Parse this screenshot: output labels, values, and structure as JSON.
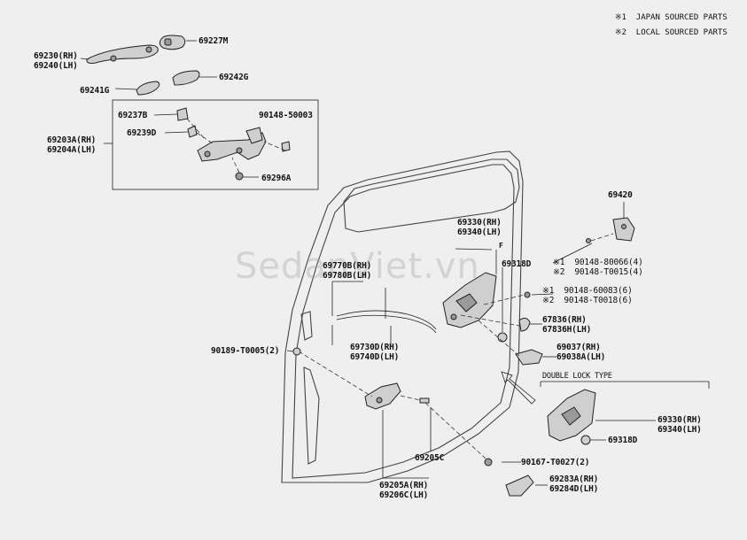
{
  "legend": {
    "line1": "※1  JAPAN SOURCED PARTS",
    "line2": "※2  LOCAL SOURCED PARTS"
  },
  "watermark": "SedanViet.vn",
  "labels": {
    "p69230": "69230(RH)\n69240(LH)",
    "p69227M": "69227M",
    "p69241G": "69241G",
    "p69242G": "69242G",
    "p69237B": "69237B",
    "p9014850003": "90148-50003",
    "p69239D": "69239D",
    "p69203A": "69203A(RH)\n69204A(LH)",
    "p69296A": "69296A",
    "p69420": "69420",
    "p69330top": "69330(RH)\n69340(LH)",
    "p69318Dtop": "69318D",
    "p69770B": "69770B(RH)\n69780B(LH)",
    "p90148a": "※1  90148-80066(4)\n※2  90148-T0015(4)",
    "p90148b": "※1  90148-60083(6)\n※2  90148-T0018(6)",
    "p67836": "67836(RH)\n67836H(LH)",
    "p69730D": "69730D(RH)\n69740D(LH)",
    "p69037": "69037(RH)\n69038A(LH)",
    "p90189": "90189-T0005(2)",
    "doubleLock": "DOUBLE LOCK TYPE",
    "p69330dl": "69330(RH)\n69340(LH)",
    "p69318Ddl": "69318D",
    "p69205C": "69205C",
    "p90167": "90167-T0027(2)",
    "p69205A": "69205A(RH)\n69206C(LH)",
    "p69283A": "69283A(RH)\n69284D(LH)",
    "markF": "F"
  }
}
